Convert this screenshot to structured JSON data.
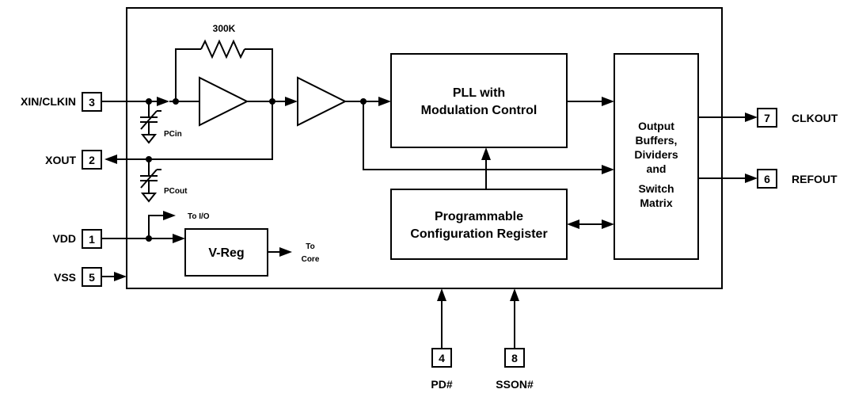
{
  "resistor_label": "300K",
  "pll_block": {
    "line1": "PLL with",
    "line2": "Modulation Control"
  },
  "config_block": {
    "line1": "Programmable",
    "line2": "Configuration Register"
  },
  "vreg_block": {
    "label": "V-Reg"
  },
  "output_block": {
    "lines": [
      "Output",
      "Buffers,",
      "Dividers",
      "and",
      "Switch",
      "Matrix"
    ]
  },
  "pins": {
    "xin": {
      "name": "XIN/CLKIN",
      "number": "3"
    },
    "xout": {
      "name": "XOUT",
      "number": "2"
    },
    "vdd": {
      "name": "VDD",
      "number": "1"
    },
    "vss": {
      "name": "VSS",
      "number": "5"
    },
    "clkout": {
      "name": "CLKOUT",
      "number": "7"
    },
    "refout": {
      "name": "REFOUT",
      "number": "6"
    },
    "pd": {
      "name": "PD#",
      "number": "4"
    },
    "sson": {
      "name": "SSON#",
      "number": "8"
    }
  },
  "cap_labels": {
    "pcin": "PCin",
    "pcout": "PCout"
  },
  "annotations": {
    "to_io": "To I/O",
    "to_core_1": "To",
    "to_core_2": "Core"
  }
}
